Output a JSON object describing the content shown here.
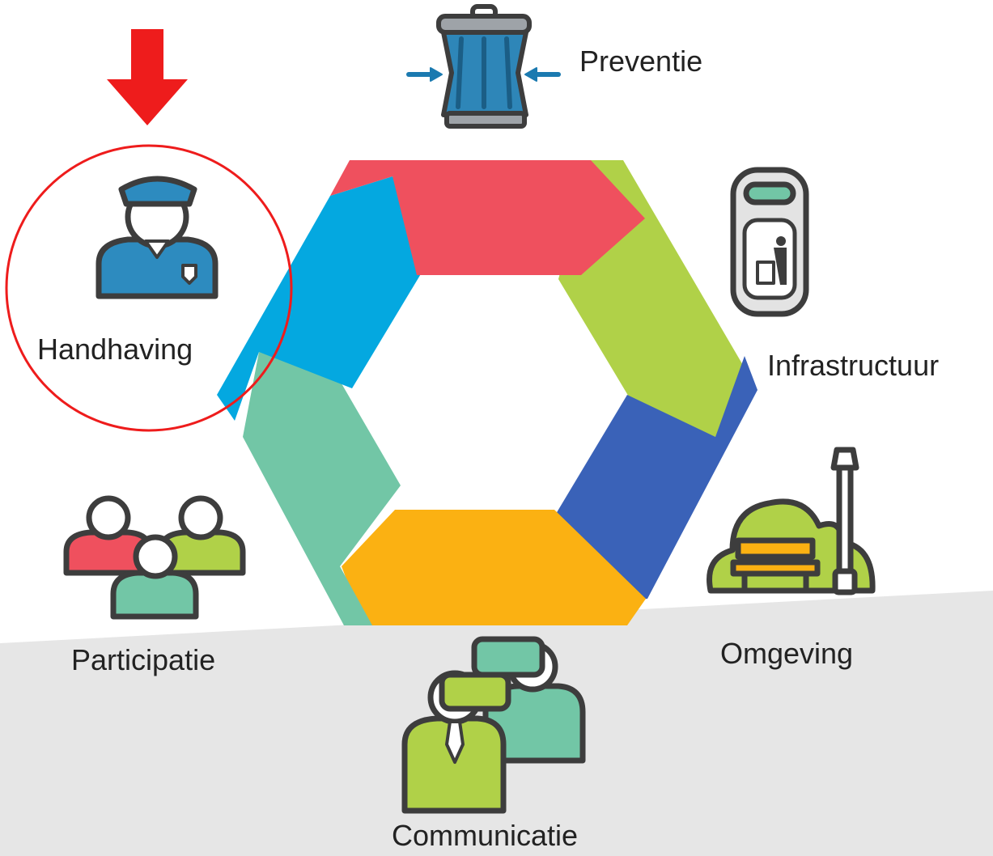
{
  "labels": {
    "preventie": "Preventie",
    "infrastructuur": "Infrastructuur",
    "omgeving": "Omgeving",
    "communicatie": "Communicatie",
    "participatie": "Participatie",
    "handhaving": "Handhaving"
  },
  "colors": {
    "red": "#ef505e",
    "green": "#b0d148",
    "navy": "#3a62b8",
    "yellow": "#fbb112",
    "teal": "#72c6a6",
    "blue": "#04a8e0",
    "highlight": "#ee1c1c",
    "icon_outline": "#3d3d3d",
    "ground": "#e6e6e6"
  },
  "icons": {
    "preventie": "compressed-trash-can-icon",
    "infrastructuur": "litter-bin-icon",
    "omgeving": "park-bench-lamp-icon",
    "communicatie": "two-people-chatting-icon",
    "participatie": "group-of-people-icon",
    "handhaving": "police-officer-icon"
  },
  "highlight": {
    "target": "handhaving",
    "marker": "down-arrow-icon"
  }
}
